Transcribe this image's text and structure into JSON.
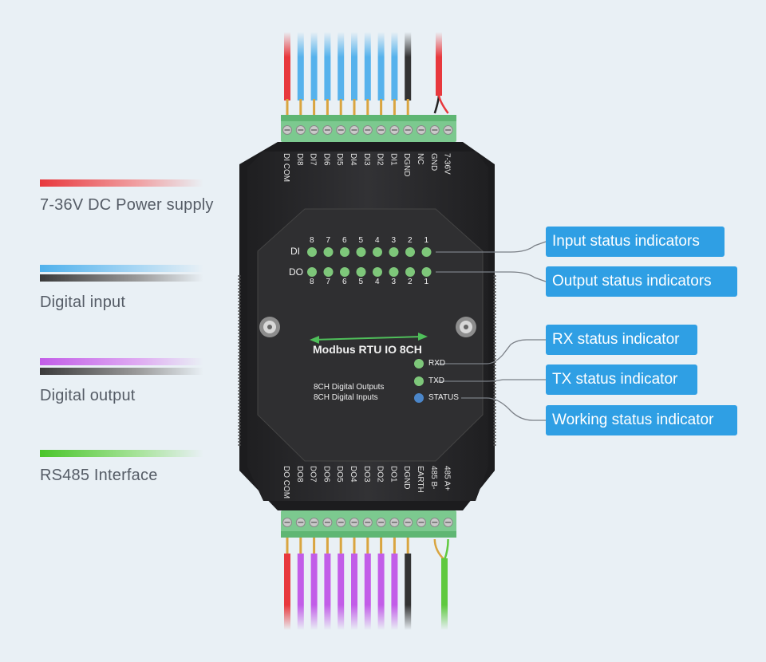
{
  "legend": [
    {
      "label": "7-36V DC Power supply",
      "colors": [
        "#e8383d"
      ]
    },
    {
      "label": "Digital input",
      "colors": [
        "#4fb1ec",
        "#3a3a3a"
      ]
    },
    {
      "label": "Digital output",
      "colors": [
        "#c25de8",
        "#3a3a3a"
      ]
    },
    {
      "label": "RS485 Interface",
      "colors": [
        "#49c52a"
      ]
    }
  ],
  "top_terminals": [
    "DI COM",
    "DI8",
    "DI7",
    "DI6",
    "DI5",
    "DI4",
    "DI3",
    "DI2",
    "DI1",
    "DGND",
    "NC",
    "GND",
    "7-36V"
  ],
  "bottom_terminals": [
    "DO COM",
    "DO8",
    "DO7",
    "DO6",
    "DO5",
    "DO4",
    "DO3",
    "DO2",
    "DO1",
    "DGND",
    "EARTH",
    "485 B-",
    "485 A+"
  ],
  "indicators": {
    "di_label": "DI",
    "do_label": "DO",
    "numbers": [
      "8",
      "7",
      "6",
      "5",
      "4",
      "3",
      "2",
      "1"
    ]
  },
  "device": {
    "name": "Modbus RTU IO 8CH",
    "line1": "8CH Digital Outputs",
    "line2": "8CH Digital Inputs",
    "rxd": "RXD",
    "txd": "TXD",
    "status": "STATUS"
  },
  "callouts": {
    "input": "Input status indicators",
    "output": "Output status indicators",
    "rx": "RX status indicator",
    "tx": "TX status indicator",
    "working": "Working status indicator"
  },
  "colors": {
    "background": "#e9f0f5",
    "callout": "#2f9fe4",
    "device_body": "#2c2c2e",
    "terminal_green": "#76c98a",
    "led_green": "#7ec77a",
    "led_blue": "#4b86c9"
  }
}
